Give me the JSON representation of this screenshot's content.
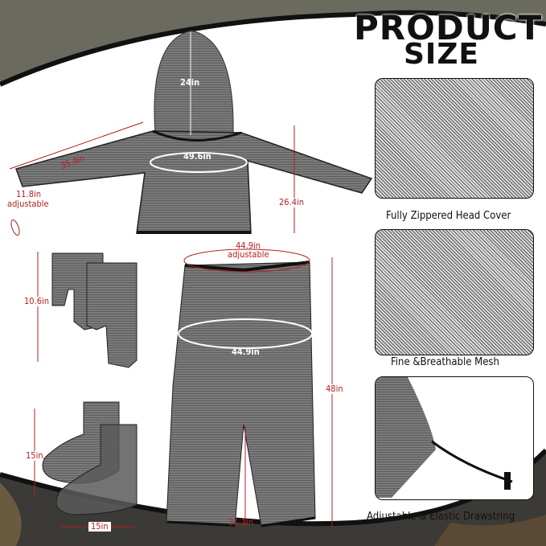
{
  "title": {
    "line1": "PRODUCT",
    "line2": "SIZE"
  },
  "jacket": {
    "hood_height": "24in",
    "sleeve_length": "35.4in",
    "cuff": "11.8in",
    "cuff_note": "adjustable",
    "chest": "49.6in",
    "length": "26.4in"
  },
  "pants": {
    "waist": "44.9in",
    "waist_note": "adjustable",
    "hip": "44.9in",
    "length": "48in",
    "inseam": "31.1in"
  },
  "gaiters": {
    "height": "10.6in"
  },
  "socks": {
    "height": "15in",
    "length": "15in"
  },
  "features": [
    {
      "caption": "Fully Zippered Head Cover"
    },
    {
      "caption": "Fine &Breathable Mesh"
    },
    {
      "caption": "Adjustable & Elastic Drawstring"
    }
  ],
  "colors": {
    "accent_red": "#b32020",
    "mesh_gray": "#6e6e6e",
    "dark": "#1a1a1a"
  }
}
